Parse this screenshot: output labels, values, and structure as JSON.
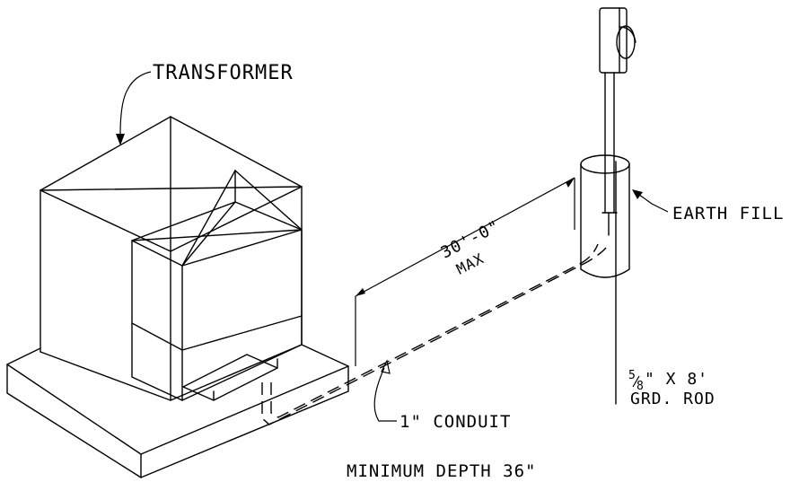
{
  "labels": {
    "transformer": "TRANSFORMER",
    "earth_fill": "EARTH FILL",
    "distance": "30'-0\"",
    "distance_max": "MAX",
    "rod_size_num": "5",
    "rod_size_den": "8",
    "rod_size_rest": "\" X 8'",
    "rod_type": "GRD. ROD",
    "conduit": "1\" CONDUIT",
    "min_depth": "MINIMUM DEPTH 36\""
  }
}
